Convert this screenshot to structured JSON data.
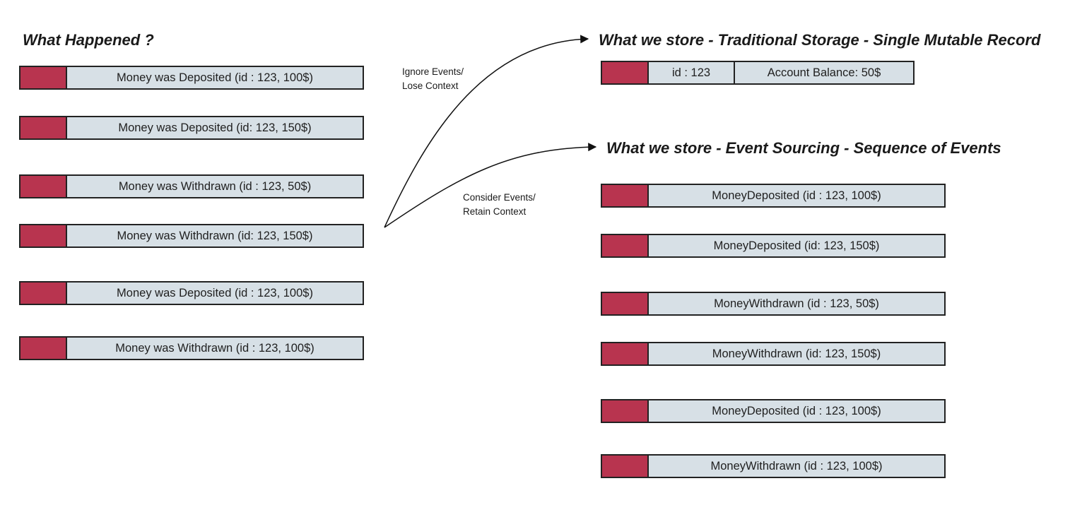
{
  "left": {
    "title": "What Happened ?",
    "events": [
      "Money was Deposited (id : 123, 100$)",
      "Money was Deposited (id: 123, 150$)",
      "Money was Withdrawn (id : 123, 50$)",
      "Money was Withdrawn (id: 123, 150$)",
      "Money was Deposited (id : 123, 100$)",
      "Money was Withdrawn (id : 123, 100$)"
    ]
  },
  "connectors": {
    "ignore": [
      "Ignore Events/",
      "Lose Context"
    ],
    "consider": [
      "Consider Events/",
      "Retain Context"
    ]
  },
  "traditional": {
    "title": "What we store - Traditional Storage - Single Mutable Record",
    "record": {
      "id": "id : 123",
      "balance": "Account Balance: 50$"
    }
  },
  "sourcing": {
    "title": "What we store - Event Sourcing - Sequence of  Events",
    "events": [
      "MoneyDeposited (id : 123, 100$)",
      "MoneyDeposited (id: 123, 150$)",
      "MoneyWithdrawn (id : 123, 50$)",
      "MoneyWithdrawn (id: 123, 150$)",
      "MoneyDeposited (id : 123, 100$)",
      "MoneyWithdrawn (id : 123, 100$)"
    ]
  },
  "colors": {
    "tag": "#b8344f",
    "box": "#d7e0e6",
    "border": "#222222"
  }
}
